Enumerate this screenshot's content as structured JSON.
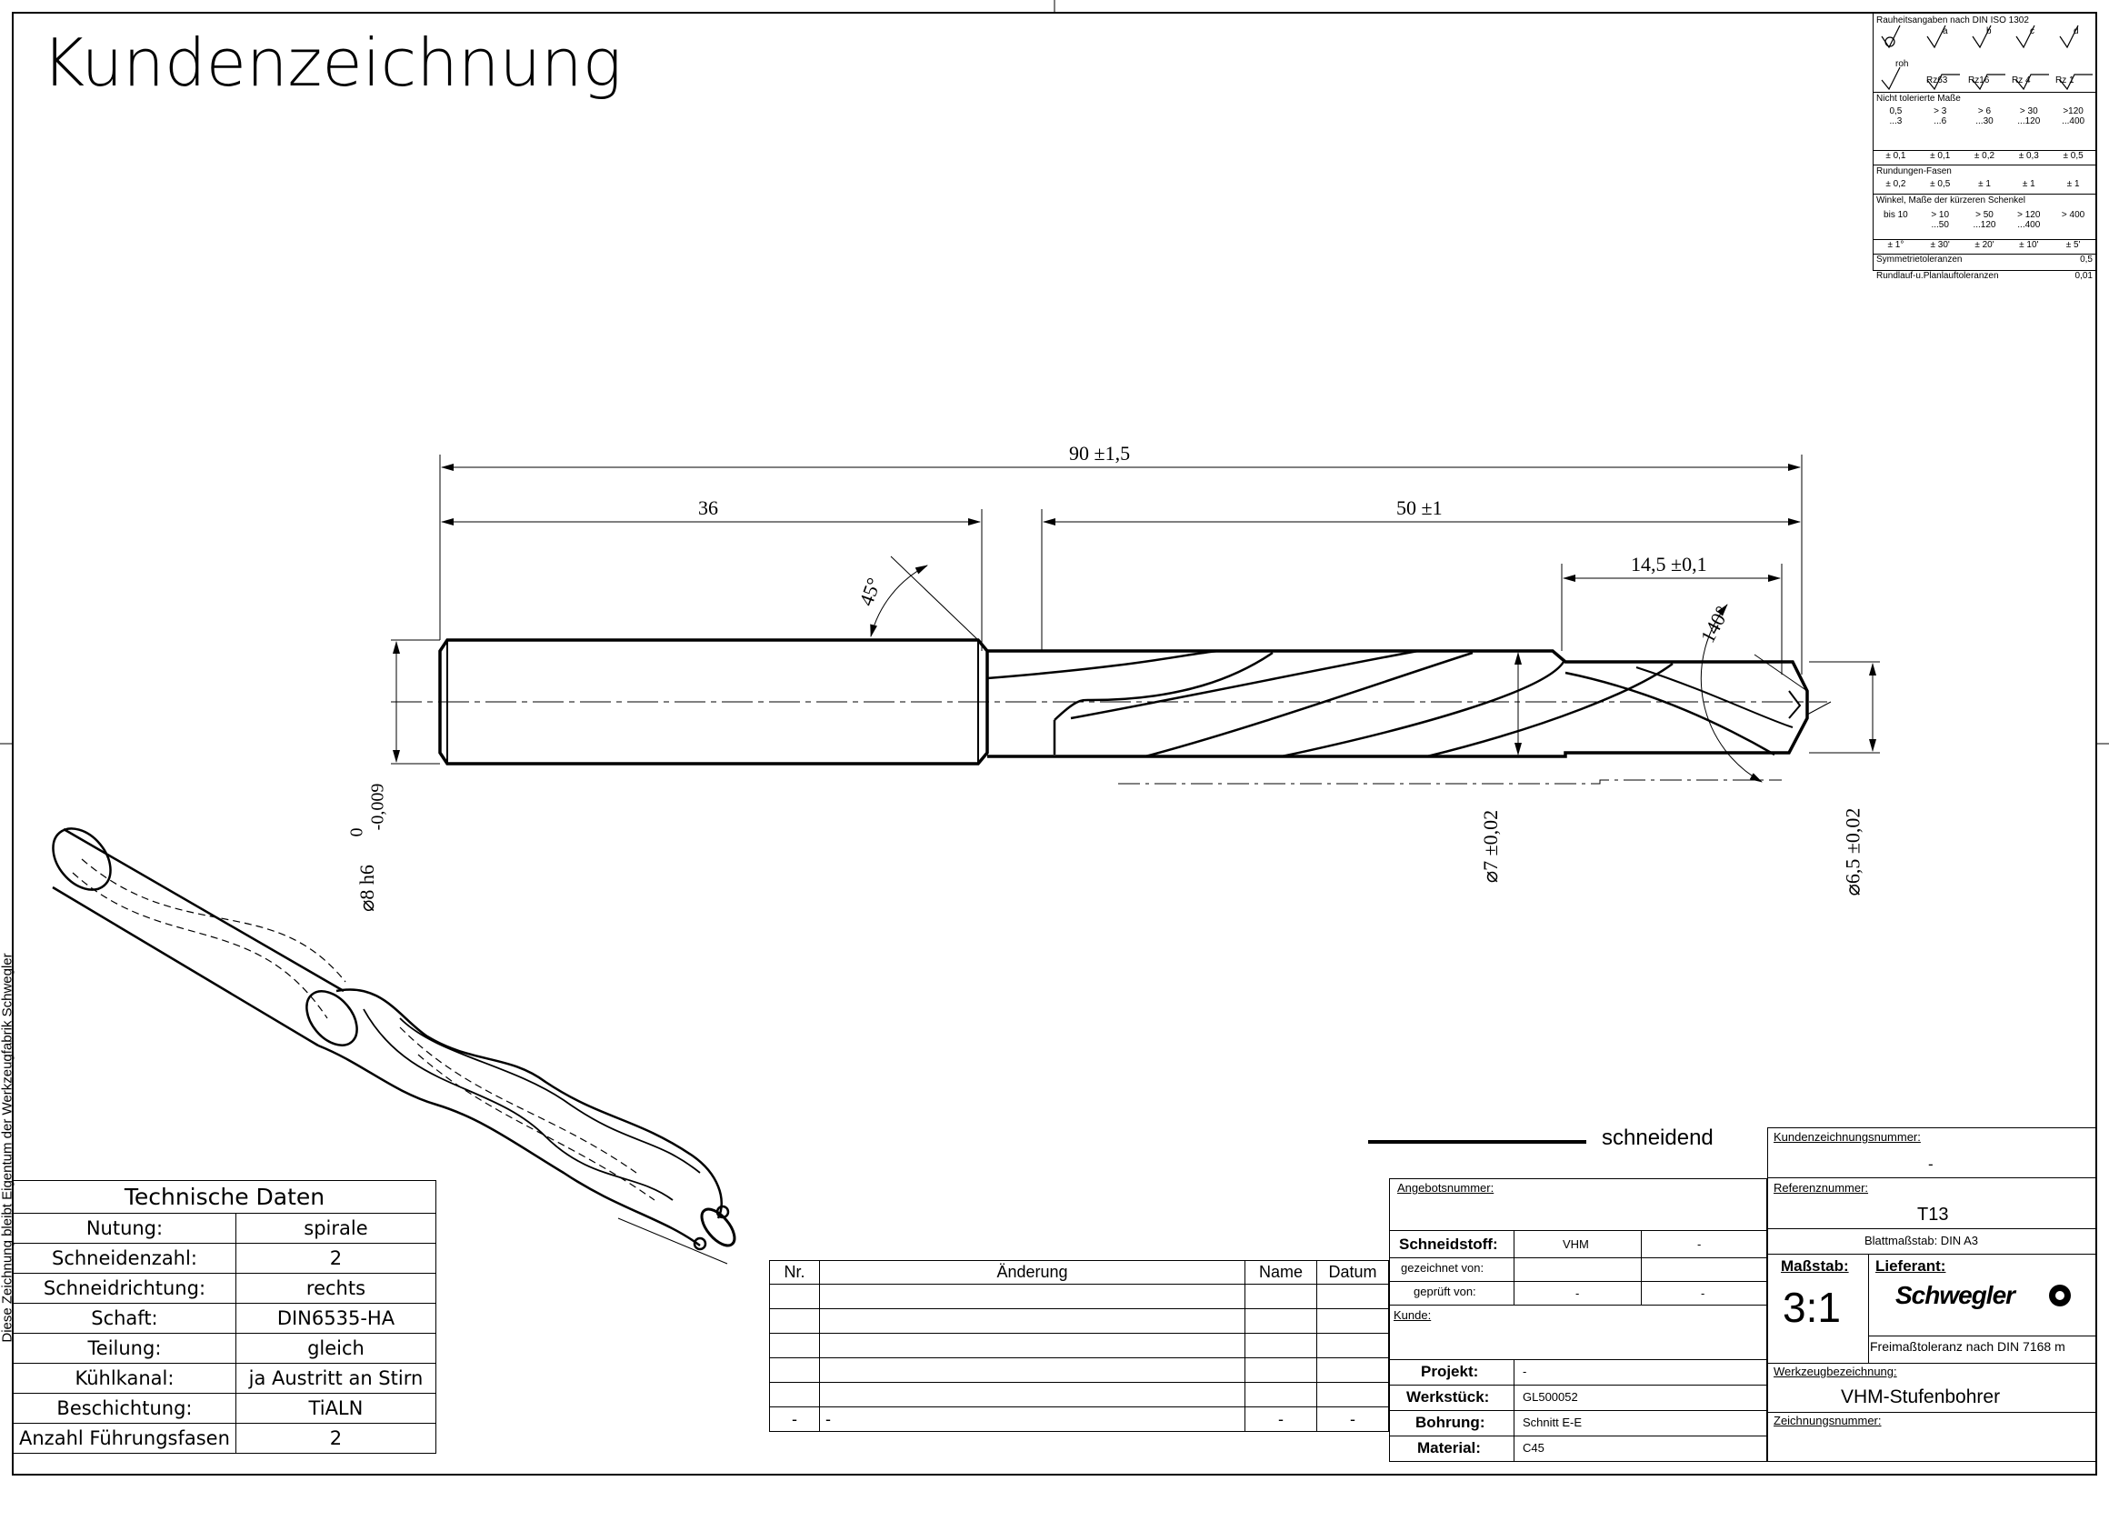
{
  "title": "Kundenzeichnung",
  "side_text": "Diese Zeichnung bleibt Eigentum der Werkzeugfabrik Schwegler",
  "dimensions": {
    "overall": "90 ±1,5",
    "shank_len": "36",
    "flute_len": "50 ±1",
    "step_len": "14,5 ±0,1",
    "chamfer_angle": "45°",
    "point_angle": "140°",
    "shank_dia": "⌀8 h6",
    "shank_tol_upper": "0",
    "shank_tol_lower": "-0,009",
    "dia_7": "⌀7 ±0,02",
    "dia_65": "⌀6,5 ±0,02"
  },
  "roughness": {
    "header": "Rauheitsangaben nach DIN ISO 1302",
    "cols": [
      "a",
      "b",
      "c",
      "d"
    ],
    "roh": "roh",
    "values": [
      "Rz63",
      "Rz16",
      "Rz 4",
      "Rz 1"
    ]
  },
  "tolerances": {
    "nicht_header": "Nicht tolerierte Maße",
    "ranges": [
      [
        "0,5",
        "...3"
      ],
      [
        "> 3",
        "...6"
      ],
      [
        "> 6",
        "...30"
      ],
      [
        "> 30",
        "...120"
      ],
      [
        ">120",
        "...400"
      ]
    ],
    "range_tols": [
      "± 0,1",
      "± 0,1",
      "± 0,2",
      "± 0,3",
      "± 0,5"
    ],
    "rund_header": "Rundungen-Fasen",
    "rund_tols": [
      "± 0,2",
      "± 0,5",
      "± 1",
      "± 1",
      "± 1"
    ],
    "winkel_header": "Winkel, Maße der kürzeren Schenkel",
    "winkel_ranges": [
      [
        "bis 10",
        ""
      ],
      [
        "> 10",
        "...50"
      ],
      [
        "> 50",
        "...120"
      ],
      [
        "> 120",
        "...400"
      ],
      [
        "> 400",
        ""
      ]
    ],
    "winkel_tols": [
      "± 1°",
      "± 30'",
      "± 20'",
      "± 10'",
      "± 5'"
    ],
    "sym_label": "Symmetrietoleranzen",
    "sym_val": "0,5",
    "rund_plan_label": "Rundlauf-u.Planlauftoleranzen",
    "rund_plan_val": "0,01"
  },
  "legend": {
    "label": "schneidend"
  },
  "tech": {
    "title": "Technische Daten",
    "rows": [
      {
        "label": "Nutung:",
        "value": "spirale"
      },
      {
        "label": "Schneidenzahl:",
        "value": "2"
      },
      {
        "label": "Schneidrichtung:",
        "value": "rechts"
      },
      {
        "label": "Schaft:",
        "value": "DIN6535-HA"
      },
      {
        "label": "Teilung:",
        "value": "gleich"
      },
      {
        "label": "Kühlkanal:",
        "value": "ja Austritt an Stirn"
      },
      {
        "label": "Beschichtung:",
        "value": "TiALN"
      },
      {
        "label": "Anzahl Führungsfasen",
        "value": "2"
      }
    ]
  },
  "changes": {
    "headers": [
      "Nr.",
      "Änderung",
      "Name",
      "Datum"
    ],
    "last_row": [
      "-",
      "-",
      "-",
      "-"
    ]
  },
  "titleblock": {
    "angebot_label": "Angebotsnummer:",
    "schneidstoff_label": "Schneidstoff:",
    "schneidstoff_value": "VHM",
    "schneidstoff_dash": "-",
    "gezeichnet_label": "gezeichnet von:",
    "geprueft_label": "geprüft von:",
    "geprueft_val1": "-",
    "geprueft_val2": "-",
    "kunde_label": "Kunde:",
    "projekt_label": "Projekt:",
    "projekt_value": "-",
    "werkstueck_label": "Werkstück:",
    "werkstueck_value": "GL500052",
    "bohrung_label": "Bohrung:",
    "bohrung_value": "Schnitt E-E",
    "material_label": "Material:",
    "material_value": "C45",
    "kzn_label": "Kundenzeichnungsnummer:",
    "kzn_value": "-",
    "ref_label": "Referenznummer:",
    "ref_value": "T13",
    "blatt": "Blattmaßstab: DIN A3",
    "massstab_label": "Maßstab:",
    "massstab_value": "3:1",
    "lieferant_label": "Lieferant:",
    "logo": "Schwegler",
    "freimass": "Freimaßtoleranz nach DIN 7168 m",
    "werkzeug_label": "Werkzeugbezeichnung:",
    "werkzeug_value": "VHM-Stufenbohrer",
    "zeichnung_label": "Zeichnungsnummer:"
  }
}
